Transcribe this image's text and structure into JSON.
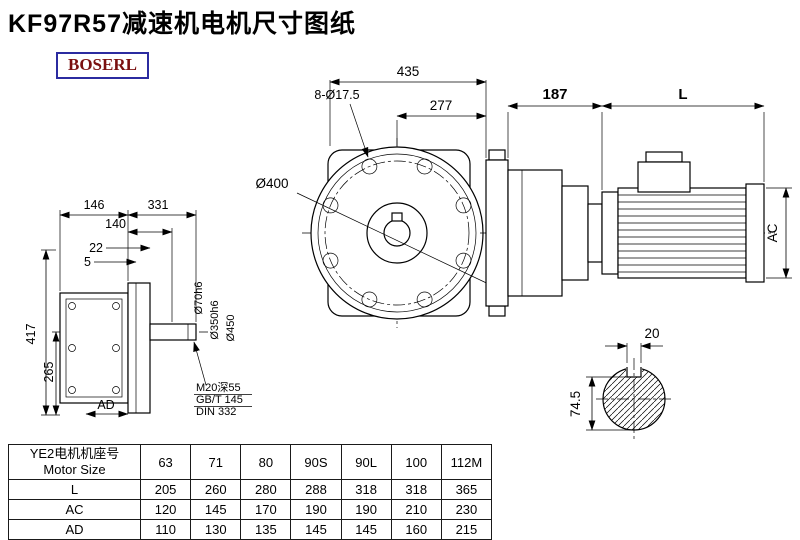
{
  "page": {
    "title": "KF97R57减速机电机尺寸图纸",
    "brand": "BOSERL"
  },
  "front_view": {
    "dim_width_total": "435",
    "dim_bolt_holes": "8-Ø17.5",
    "dim_width_inner": "277",
    "dim_flange_dia": "Ø400"
  },
  "motor_view": {
    "dim_gearbox_len": "187",
    "dim_motor_len": "L",
    "dim_motor_dia": "AC"
  },
  "side_view": {
    "dim_146": "146",
    "dim_331": "331",
    "dim_140": "140",
    "dim_22": "22",
    "dim_5": "5",
    "dim_height": "417",
    "dim_center_height": "265",
    "dim_ad": "AD",
    "dim_shaft_dia": "Ø70h6",
    "dim_spigot_dia": "Ø350h6",
    "dim_flange_od": "Ø450",
    "note_thread": "M20深55",
    "note_std1": "GB/T 145",
    "note_std2": "DIN 332"
  },
  "shaft_section": {
    "dim_key_width": "20",
    "dim_key_height": "74.5"
  },
  "table": {
    "header_cn": "YE2电机机座号",
    "header_en": "Motor Size",
    "columns": [
      "63",
      "71",
      "80",
      "90S",
      "90L",
      "100",
      "112M"
    ],
    "rows": [
      {
        "label": "L",
        "values": [
          "205",
          "260",
          "280",
          "288",
          "318",
          "318",
          "365"
        ]
      },
      {
        "label": "AC",
        "values": [
          "120",
          "145",
          "170",
          "190",
          "190",
          "210",
          "230"
        ]
      },
      {
        "label": "AD",
        "values": [
          "110",
          "130",
          "135",
          "145",
          "145",
          "160",
          "215"
        ]
      }
    ]
  }
}
